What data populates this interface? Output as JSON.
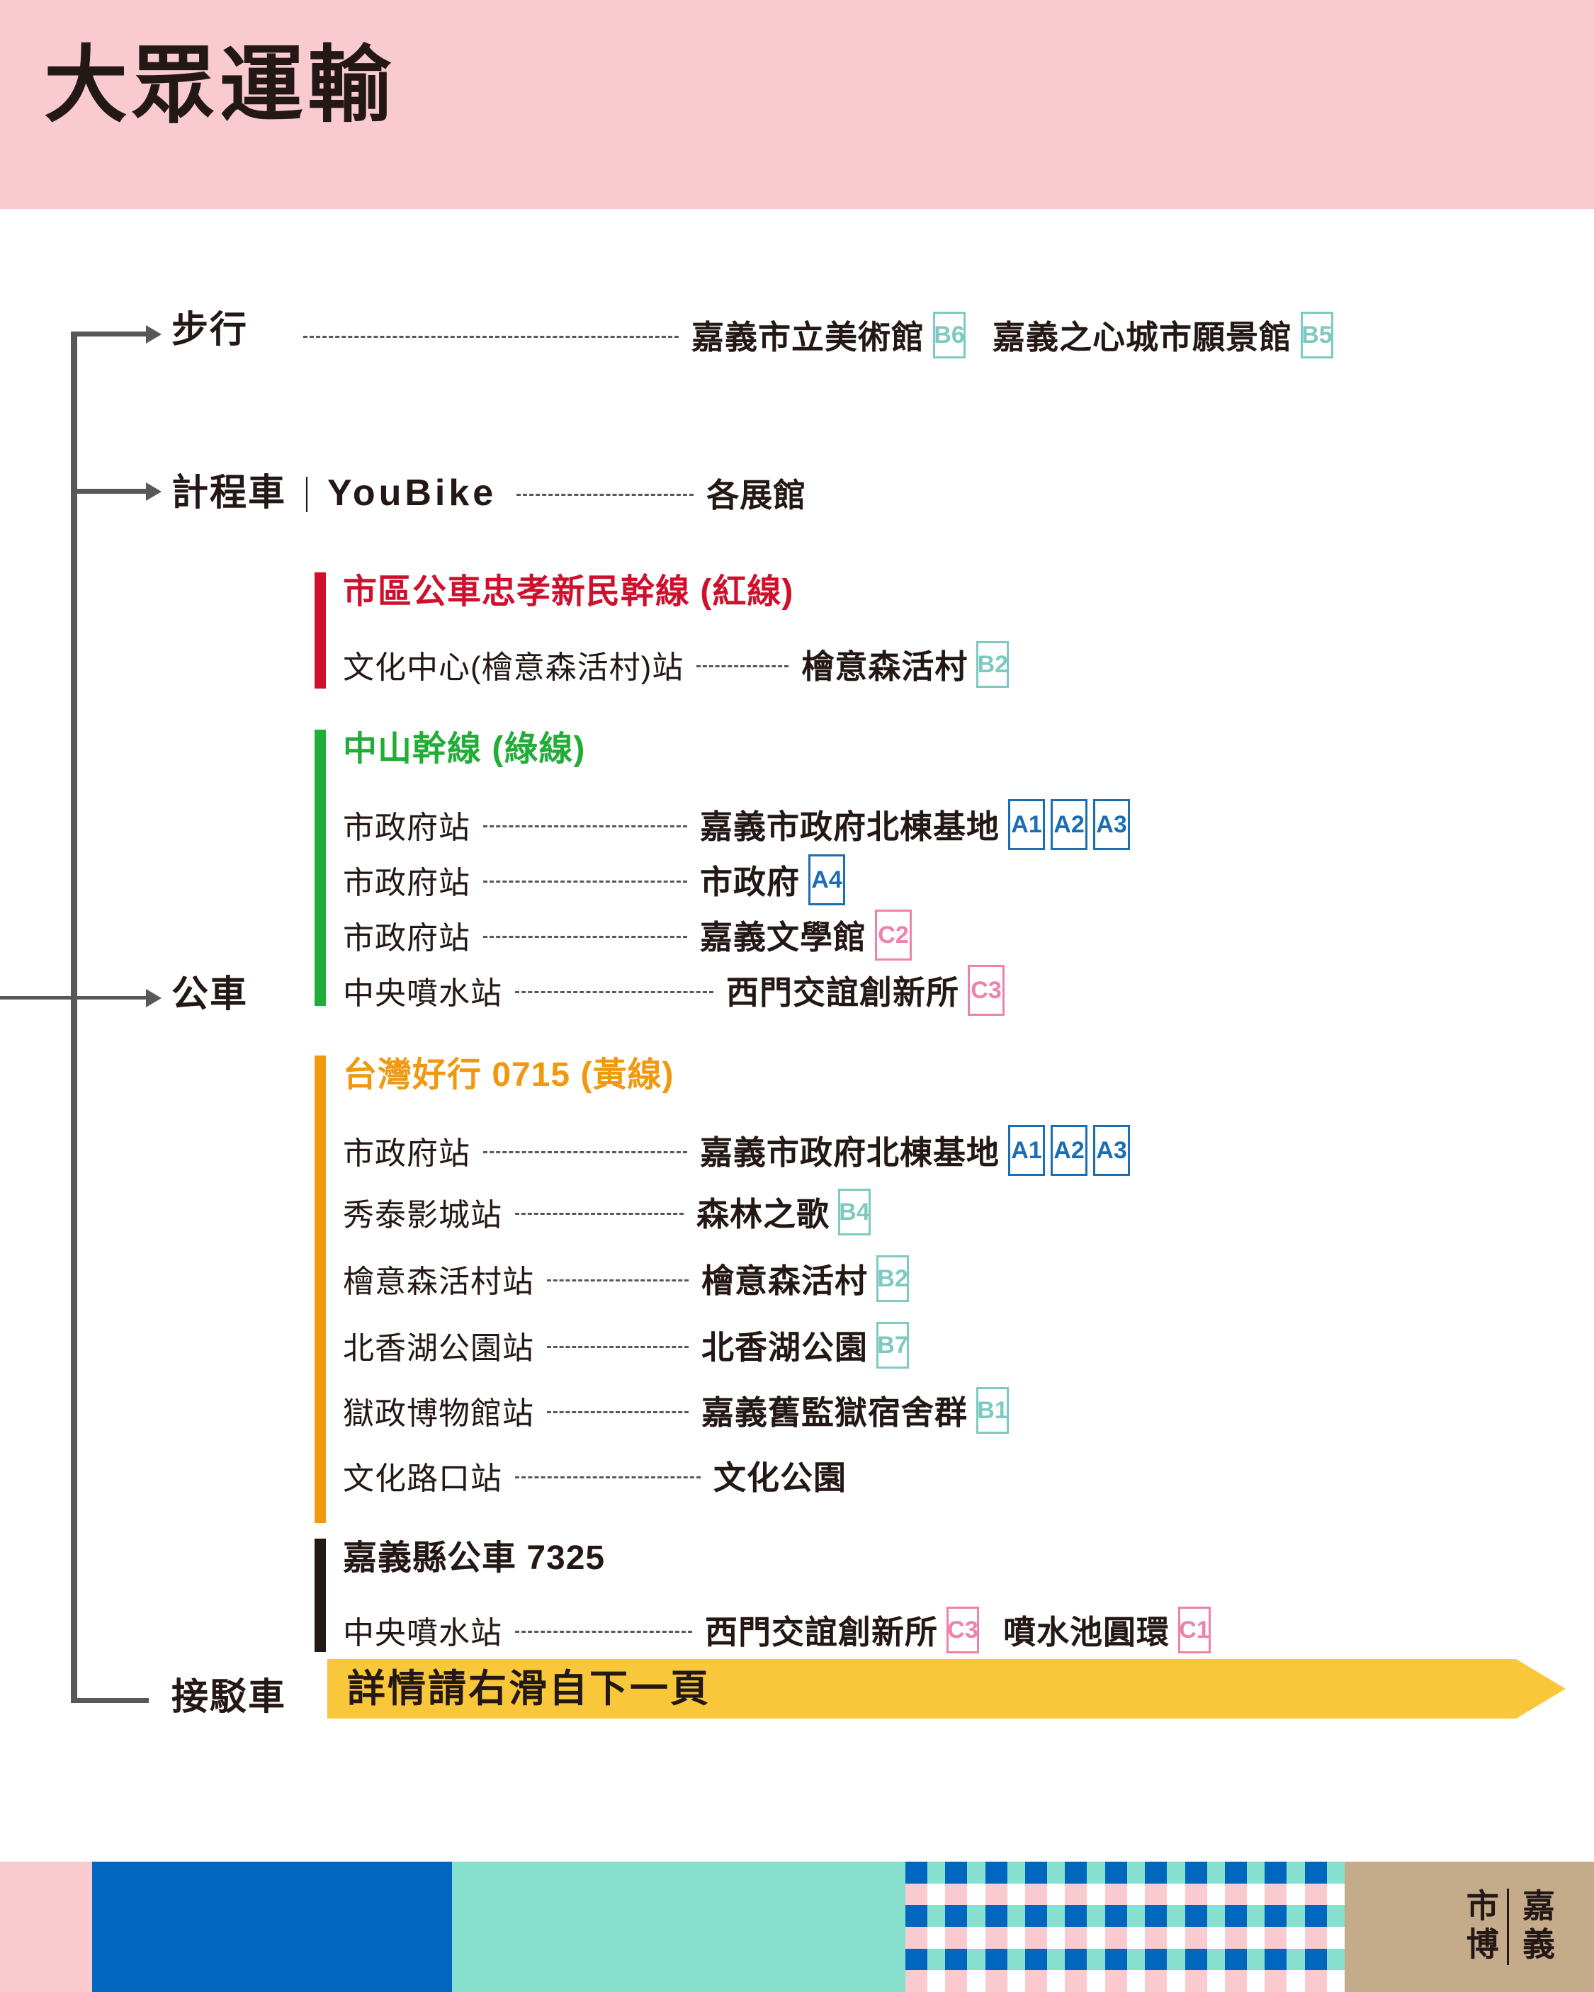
{
  "header": {
    "title": "大眾運輸"
  },
  "colors": {
    "header_bg": "#F9CBD1",
    "red_line": "#CF102D",
    "green_line": "#22AC38",
    "orange_line": "#F0980E",
    "black_line": "#231815",
    "badge_teal": "#7ECAC0",
    "badge_blue": "#1B6DB4",
    "badge_pink": "#EE82AC",
    "shuttle_yellow": "#F8C73A",
    "footer_pink": "#F9CBD1",
    "footer_blue": "#0066BE",
    "footer_mint": "#86E0CD",
    "footer_tan": "#C4AC8B"
  },
  "modes": {
    "walk": {
      "label": "步行"
    },
    "taxi": {
      "label": "計程車",
      "divider": "｜",
      "second": "YouBike"
    },
    "bus": {
      "label": "公車"
    },
    "shuttle": {
      "label": "接駁車",
      "banner_text": "詳情請右滑自下一頁"
    }
  },
  "walk_row": {
    "destinations": [
      {
        "name": "嘉義市立美術館",
        "badges": [
          {
            "code": "B6",
            "color": "teal"
          }
        ]
      },
      {
        "name": "嘉義之心城市願景館",
        "badges": [
          {
            "code": "B5",
            "color": "teal"
          }
        ]
      }
    ]
  },
  "taxi_row": {
    "destination": "各展館"
  },
  "bus_lines": [
    {
      "id": "red",
      "title": "市區公車忠孝新民幹線 (紅線)",
      "color": "red",
      "rows": [
        {
          "stop": "文化中心(檜意森活村)站",
          "dest": "檜意森活村",
          "badges": [
            {
              "code": "B2",
              "color": "teal"
            }
          ]
        }
      ]
    },
    {
      "id": "green",
      "title": "中山幹線 (綠線)",
      "color": "green",
      "rows": [
        {
          "stop": "市政府站",
          "dest": "嘉義市政府北棟基地",
          "badges": [
            {
              "code": "A1",
              "color": "blue"
            },
            {
              "code": "A2",
              "color": "blue"
            },
            {
              "code": "A3",
              "color": "blue"
            }
          ]
        },
        {
          "stop": "市政府站",
          "dest": "市政府",
          "badges": [
            {
              "code": "A4",
              "color": "blue"
            }
          ]
        },
        {
          "stop": "市政府站",
          "dest": "嘉義文學館",
          "badges": [
            {
              "code": "C2",
              "color": "pink"
            }
          ]
        },
        {
          "stop": "中央噴水站",
          "dest": "西門交誼創新所",
          "badges": [
            {
              "code": "C3",
              "color": "pink"
            }
          ]
        }
      ]
    },
    {
      "id": "yellow",
      "title": "台灣好行 0715 (黃線)",
      "color": "orange",
      "rows": [
        {
          "stop": "市政府站",
          "dest": "嘉義市政府北棟基地",
          "badges": [
            {
              "code": "A1",
              "color": "blue"
            },
            {
              "code": "A2",
              "color": "blue"
            },
            {
              "code": "A3",
              "color": "blue"
            }
          ]
        },
        {
          "stop": "秀泰影城站",
          "dest": "森林之歌",
          "badges": [
            {
              "code": "B4",
              "color": "teal"
            }
          ]
        },
        {
          "stop": "檜意森活村站",
          "dest": "檜意森活村",
          "badges": [
            {
              "code": "B2",
              "color": "teal"
            }
          ]
        },
        {
          "stop": "北香湖公園站",
          "dest": "北香湖公園",
          "badges": [
            {
              "code": "B7",
              "color": "teal"
            }
          ]
        },
        {
          "stop": "獄政博物館站",
          "dest": "嘉義舊監獄宿舍群",
          "badges": [
            {
              "code": "B1",
              "color": "teal"
            }
          ]
        },
        {
          "stop": "文化路口站",
          "dest": "文化公園",
          "badges": []
        }
      ]
    },
    {
      "id": "county",
      "title": "嘉義縣公車 7325",
      "color": "black",
      "rows": [
        {
          "stop": "中央噴水站",
          "dest": "西門交誼創新所",
          "badges": [
            {
              "code": "C3",
              "color": "pink"
            }
          ],
          "dest2": "噴水池圓環",
          "badges2": [
            {
              "code": "C1",
              "color": "pink"
            }
          ]
        }
      ]
    }
  ],
  "footer": {
    "logo_right": "嘉義",
    "logo_left": "市博"
  }
}
